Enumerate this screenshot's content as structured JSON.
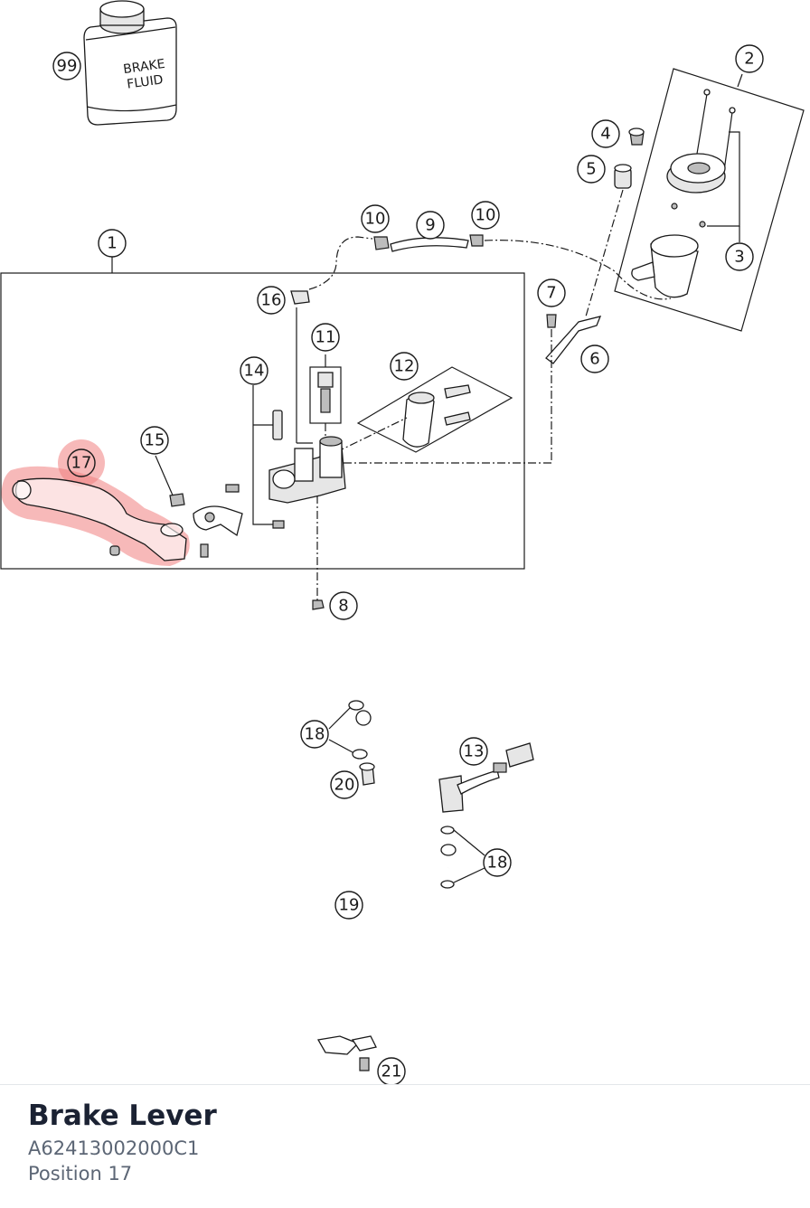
{
  "diagram": {
    "can_label_line1": "BRAKE",
    "can_label_line2": "FLUID",
    "callouts": {
      "c99": "99",
      "c2": "2",
      "c4": "4",
      "c5": "5",
      "c3": "3",
      "c10a": "10",
      "c9": "9",
      "c10b": "10",
      "c1": "1",
      "c16": "16",
      "c7": "7",
      "c6": "6",
      "c11": "11",
      "c12": "12",
      "c14": "14",
      "c15": "15",
      "c17": "17",
      "c8": "8",
      "c18a": "18",
      "c13": "13",
      "c20": "20",
      "c18b": "18",
      "c19": "19",
      "c21": "21"
    },
    "highlight_color": "#f08080"
  },
  "part": {
    "name": "Brake Lever",
    "number": "A62413002000C1",
    "position": "Position 17"
  }
}
